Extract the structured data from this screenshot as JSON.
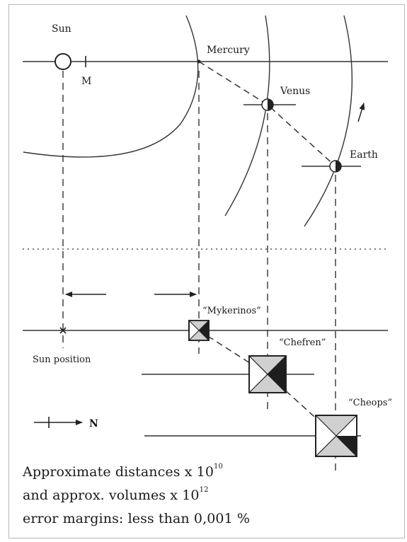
{
  "planets": {
    "sun": "Sun",
    "sun_marker": "M",
    "mercury": "Mercury",
    "venus": "Venus",
    "earth": "Earth"
  },
  "pyramids": {
    "sun_position": "Sun position",
    "mykerinos": "“Mykerinos”",
    "chefren": "“Chefren”",
    "cheops": "“Cheops”"
  },
  "compass": {
    "north": "N"
  },
  "caption": {
    "line1_text": "Approximate distances x 10",
    "line1_exp": "10",
    "line2_text": "and approx. volumes x 10",
    "line2_exp": "12",
    "line3_text": "error margins: less than 0,001 %"
  }
}
